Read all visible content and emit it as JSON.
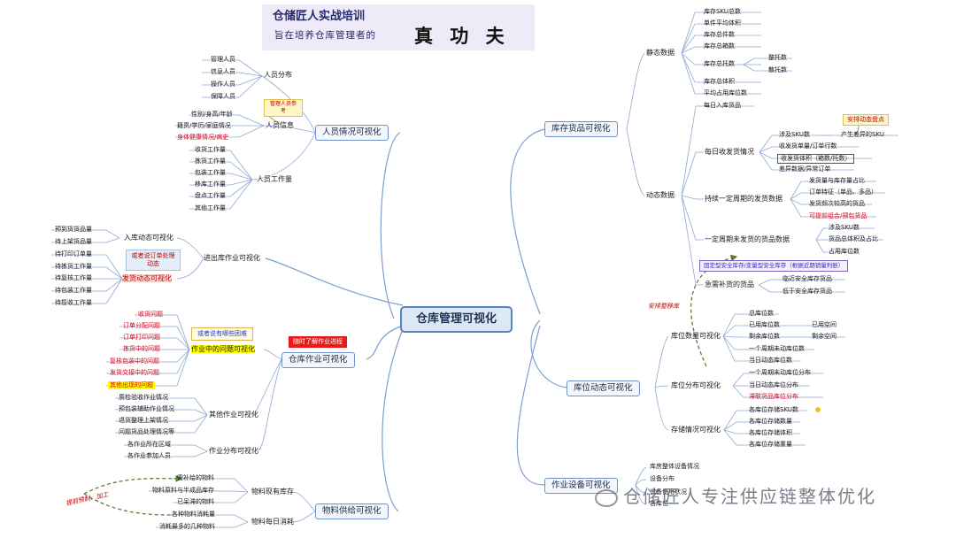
{
  "header": {
    "title": "仓储匠人实战培训",
    "subtitle": "旨在培养仓库管理者的",
    "emphasis": "真 功 夫"
  },
  "center": "仓库管理可视化",
  "personnel": {
    "label": "人员情况可视化",
    "distribution": {
      "label": "人员分布",
      "items": [
        "管理人员",
        "信息人员",
        "操作人员",
        "保障人员"
      ]
    },
    "info": {
      "label": "人员信息",
      "note": "管理人员参考",
      "items": [
        "性别/身高/年龄",
        "籍贯/学历/家庭情况",
        "身体健康情况/病史"
      ]
    },
    "workload": {
      "label": "人员工作量",
      "items": [
        "收货工作量",
        "拣货工作量",
        "包装工作量",
        "移库工作量",
        "盘点工作量",
        "其他工作量"
      ]
    }
  },
  "inout": {
    "label": "进出库作业可视化",
    "inbound": {
      "label": "入库动态可视化",
      "items": [
        "预到货货品量",
        "待上架货品量"
      ]
    },
    "outbound": {
      "label": "发货动态可视化",
      "note": "或者说订单处理动态",
      "items": [
        "待打印订单量",
        "待拣货工作量",
        "待复核工作量",
        "待包装工作量",
        "待揽收工作量"
      ]
    }
  },
  "ops": {
    "label": "仓库作业可视化",
    "timely_note": "随时了解作业进程",
    "problems": {
      "label": "作业中的问题可视化",
      "note": "或者说有哪些困难",
      "items": [
        "收货问题",
        "订单分配问题",
        "订单打印问题",
        "拣货中的问题",
        "复核包装中的问题",
        "发货交接中的问题",
        "其他出现的问题"
      ]
    },
    "other": {
      "label": "其他作业可视化",
      "items": [
        "质检验收作业情况",
        "预包装辅助作业情况",
        "退货整理上架情况",
        "问题货品处理情况等"
      ]
    },
    "distribution": {
      "label": "作业分布可视化",
      "items": [
        "各作业所在区域",
        "各作业参加人员"
      ]
    }
  },
  "supply": {
    "label": "物料供给可视化",
    "stock": {
      "label": "物料现有库存",
      "items": [
        "需补给的物料",
        "物料原料与半成品库存",
        "已呆滞的物料"
      ]
    },
    "daily": {
      "label": "物料每日消耗",
      "items": [
        "各种物料消耗量",
        "消耗最多的几种物料"
      ]
    },
    "arrow_note": "提前预制、加工"
  },
  "inventory": {
    "label": "库存货品可视化",
    "static": {
      "label": "静态数据",
      "items": [
        "库存SKU总数",
        "单件平均体积",
        "库存总件数",
        "库存总箱数",
        "库存总托数",
        "库存总体积",
        "平均占用库位数"
      ],
      "pallet_sub": [
        "整托数",
        "散托数"
      ]
    },
    "dynamic": {
      "label": "动态数据",
      "daily_in": "每日入库货品",
      "daily_ship": {
        "label": "每日收发货情况",
        "sku": "涉及SKU数",
        "sku_sub": "产生差异的SKU",
        "abnormal_note": "安排动态盘点",
        "items": [
          "收发货单量/订单行数",
          "收发货体积（箱数/托数）",
          "差异数据/异常订单"
        ]
      },
      "continuous": {
        "label": "持续一定周期的发货数据",
        "items": [
          "发货量与库存量占比",
          "订单特征（单品、多品）",
          "发货频次较高的货品",
          "可提前组合/预包货品"
        ]
      },
      "unshipped": {
        "label": "一定周期未发货的货品数据",
        "items": [
          "涉及SKU数",
          "货品总体积及占比",
          "占用库位数"
        ]
      },
      "safety_banner": "固定型安全库存/变量型安全库存（根据近期销量判断）",
      "urgent": {
        "label": "急需补货的货品",
        "items": [
          "临近安全库存货品",
          "低于安全库存货品"
        ]
      }
    }
  },
  "location": {
    "label": "库位动态可视化",
    "arrow_note": "安排整移库",
    "count": {
      "label": "库位数量可视化",
      "items": [
        "总库位数",
        "已用库位数",
        "剩余库位数",
        "一个周期未动库位数",
        "当日动态库位数"
      ],
      "space_sub": [
        "已用空间",
        "剩余空间"
      ]
    },
    "distribution": {
      "label": "库位分布可视化",
      "items": [
        "一个周期未动库位分布",
        "当日动态库位分布",
        "滞联货品库位分布"
      ]
    },
    "storage": {
      "label": "存储情况可视化",
      "items": [
        "各库位存储SKU数",
        "各库位存储数量",
        "各库位存储体积",
        "各库位存储重量"
      ]
    }
  },
  "equipment": {
    "label": "作业设备可视化",
    "items": [
      "库房整体设备情况",
      "设备分布",
      "设备使用状况",
      "各库位"
    ]
  },
  "watermark": "仓储匠人专注供应链整体优化"
}
